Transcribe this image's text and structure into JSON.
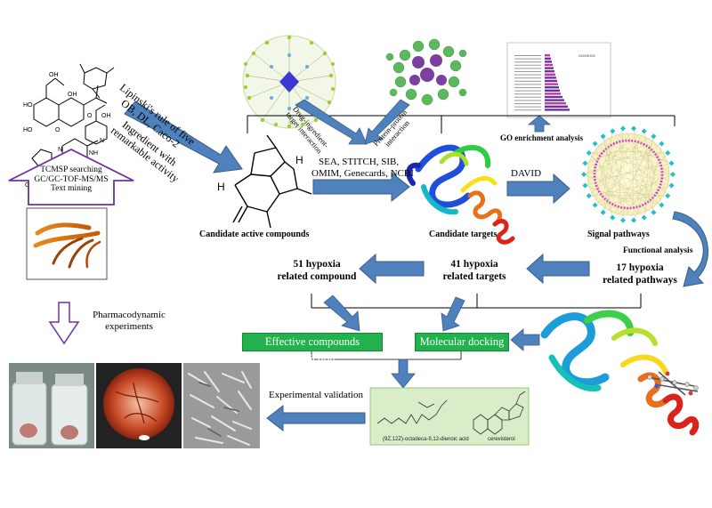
{
  "figure": {
    "lipinski_text": [
      "Lipinski's rule of five",
      "OB, DL, Caco-2",
      "Ingredient with",
      "remarkable activity"
    ],
    "tcmsp_text": [
      "TCMSP searching",
      "GC/GC-TOF-MS/MS",
      "Text mining"
    ],
    "drug_ingredient_text": [
      "Drug-ingredient-",
      "target interaction"
    ],
    "protein_protein_text": [
      "Protein-protein",
      "interaction"
    ],
    "go_enrichment_label": "GO enrichment analysis",
    "go_chart_title": "GO/KEGG",
    "databases_text": [
      "SEA, STITCH, SIB,",
      "OMIM, Genecards, NCBI"
    ],
    "david_label": "DAVID",
    "candidate_compounds_label": "Candidate active compounds",
    "candidate_targets_label": "Candidate targets",
    "signal_pathways_label": "Signal pathways",
    "functional_analysis_label": "Functional analysis",
    "hypoxia_compound_label": [
      "51 hypoxia",
      "related compound"
    ],
    "hypoxia_targets_label": [
      "41 hypoxia",
      "related targets"
    ],
    "hypoxia_pathways_label": [
      "17 hypoxia",
      "related pathways"
    ],
    "pharmacodynamic_label": [
      "Pharmacodynamic",
      "experiments"
    ],
    "effective_prediction_label": "Effective compounds prediction",
    "molecular_docking_label": "Molecular docking",
    "experimental_validation_label": "Experimental validation",
    "compound_1_name": "(9Z,12Z)-octadeca-9,12-dienoic acid",
    "compound_2_name": "cerevisterol",
    "molecule_atom_labels": [
      "OH",
      "HO",
      "HO",
      "OH",
      "O",
      "N",
      "NH",
      "O",
      "OH",
      "O",
      "N",
      "OH"
    ],
    "compound_h_labels": [
      "H",
      "H"
    ],
    "colors": {
      "arrow_blue": "#4f81bd",
      "arrow_outline": "#385d8a",
      "green_box": "#22b14c",
      "purple": "#7030a0"
    }
  }
}
